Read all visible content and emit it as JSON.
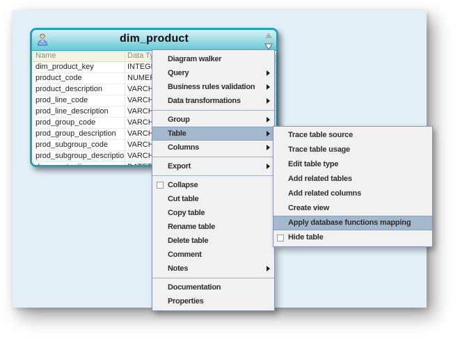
{
  "window": {
    "canvas_bg": "#e2eff7"
  },
  "table": {
    "title": "dim_product",
    "accent_color": "#1ba2be",
    "header_gradient_top": "#d8f3f5",
    "header_gradient_mid": "#a5dfe7",
    "header_gradient_bottom": "#67c8d4",
    "columns": [
      "Name",
      "Data Type"
    ],
    "rows": [
      {
        "name": "dim_product_key",
        "type": "INTEGER"
      },
      {
        "name": "product_code",
        "type": "NUMERIC"
      },
      {
        "name": "product_description",
        "type": "VARCHAR"
      },
      {
        "name": "prod_line_code",
        "type": "VARCHAR"
      },
      {
        "name": "prod_line_description",
        "type": "VARCHAR"
      },
      {
        "name": "prod_group_code",
        "type": "VARCHAR"
      },
      {
        "name": "prod_group_description",
        "type": "VARCHAR"
      },
      {
        "name": "prod_subgroup_code",
        "type": "VARCHAR"
      },
      {
        "name": "prod_subgroup_description",
        "type": "VARCHAR"
      },
      {
        "name": "dss_create_time",
        "type": "DATETIME"
      }
    ]
  },
  "context_menu": {
    "items": [
      {
        "label": "Diagram walker"
      },
      {
        "label": "Query",
        "submenu": true
      },
      {
        "label": "Business rules validation",
        "submenu": true
      },
      {
        "label": "Data transformations",
        "submenu": true
      },
      {
        "separator": true
      },
      {
        "label": "Group",
        "submenu": true
      },
      {
        "label": "Table",
        "submenu": true,
        "highlighted": true
      },
      {
        "label": "Columns",
        "submenu": true
      },
      {
        "separator": true
      },
      {
        "label": "Export",
        "submenu": true
      },
      {
        "separator": true
      },
      {
        "label": "Collapse",
        "checkbox": true
      },
      {
        "label": "Cut table"
      },
      {
        "label": "Copy table"
      },
      {
        "label": "Rename table"
      },
      {
        "label": "Delete table"
      },
      {
        "label": "Comment"
      },
      {
        "label": "Notes",
        "submenu": true
      },
      {
        "separator": true
      },
      {
        "label": "Documentation"
      },
      {
        "label": "Properties"
      }
    ]
  },
  "table_submenu": {
    "items": [
      {
        "label": "Trace table source"
      },
      {
        "label": "Trace table usage"
      },
      {
        "label": "Edit table type"
      },
      {
        "label": "Add related tables"
      },
      {
        "label": "Add related columns"
      },
      {
        "label": "Create view"
      },
      {
        "label": "Apply database functions mapping",
        "highlighted": true
      },
      {
        "label": "Hide table",
        "checkbox": true
      }
    ]
  },
  "colors": {
    "menu_bg": "#f1f1f1",
    "menu_border": "#8492b5",
    "menu_highlight": "#a4b8cd",
    "col_header_bg": "#f3f3e2"
  }
}
